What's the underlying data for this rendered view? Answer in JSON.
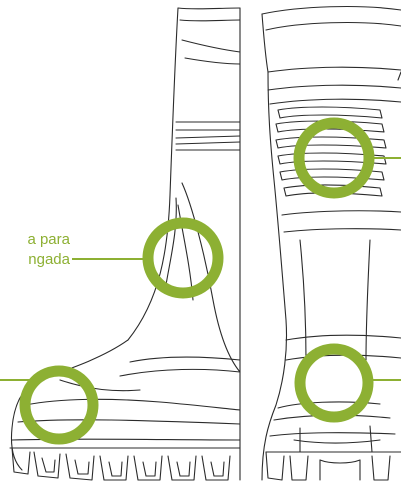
{
  "callouts": [
    {
      "label_line1": "a para",
      "label_line2": "ngada"
    }
  ],
  "colors": {
    "accent": "#8db033",
    "outline": "#2b2b2b",
    "background": "#ffffff"
  },
  "icons": [
    "boot-side-view-illustration",
    "boot-front-view-illustration",
    "highlight-ring-icon"
  ]
}
